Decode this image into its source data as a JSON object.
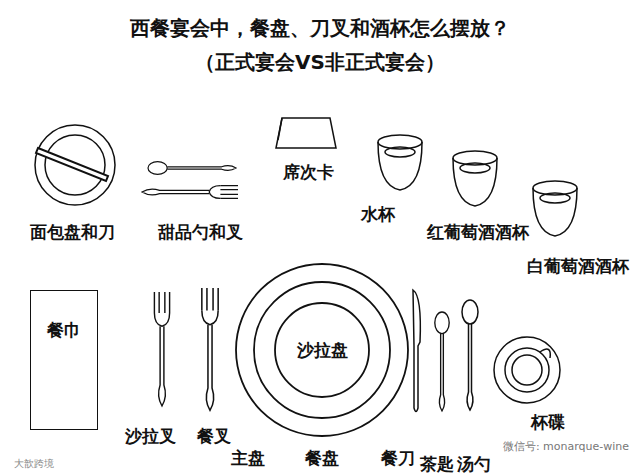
{
  "diagram": {
    "title": "西餐宴会中，餐盘、刀叉和酒杯怎么摆放？",
    "nodes": [
      {
        "text": [
          "餐巾"
        ]
      },
      {
        "text": [
          "沙拉盘"
        ]
      }
    ],
    "labels": [
      "（正式宴会VS非正式宴会）",
      "面包盘和刀",
      "甜品勺和叉",
      "席次卡",
      "水杯",
      "红葡萄酒酒杯",
      "白葡萄酒酒杯",
      "杯碟",
      "沙拉叉",
      "餐叉",
      "主盘",
      "餐盘",
      "餐刀",
      "茶匙",
      "汤勺",
      "微信号: monarque-wine",
      "大歆跨境"
    ]
  }
}
